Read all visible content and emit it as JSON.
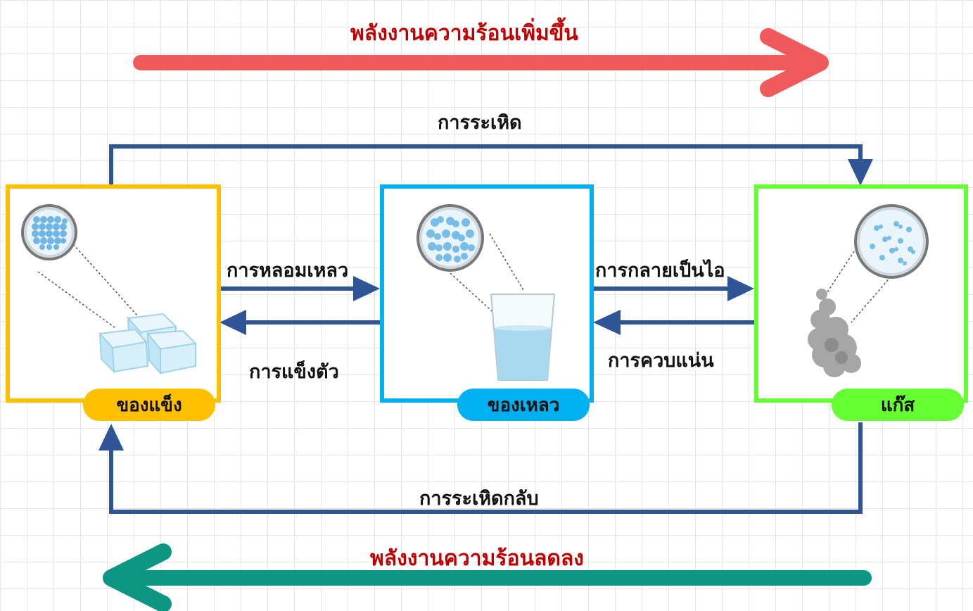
{
  "energy": {
    "increase": "พลังงานความร้อนเพิ่มขึ้น",
    "decrease": "พลังงานความร้อนลดลง",
    "increase_color": "#f15a5a",
    "decrease_color": "#0e9685",
    "text_color": "#c00000"
  },
  "processes": {
    "sublimation": "การระเหิด",
    "melting": "การหลอมเหลว",
    "freezing": "การแข็งตัว",
    "vaporization": "การกลายเป็นไอ",
    "condensation": "การควบแน่น",
    "deposition": "การระเหิดกลับ",
    "arrow_color": "#2f5597"
  },
  "states": {
    "solid": {
      "label": "ของแข็ง",
      "color": "#ffc000",
      "illustration": "ice-cubes-icon"
    },
    "liquid": {
      "label": "ของเหลว",
      "color": "#00b0f0",
      "illustration": "glass-of-water-icon"
    },
    "gas": {
      "label": "แก๊ส",
      "color": "#66ff33",
      "illustration": "steam-cloud-icon"
    }
  }
}
